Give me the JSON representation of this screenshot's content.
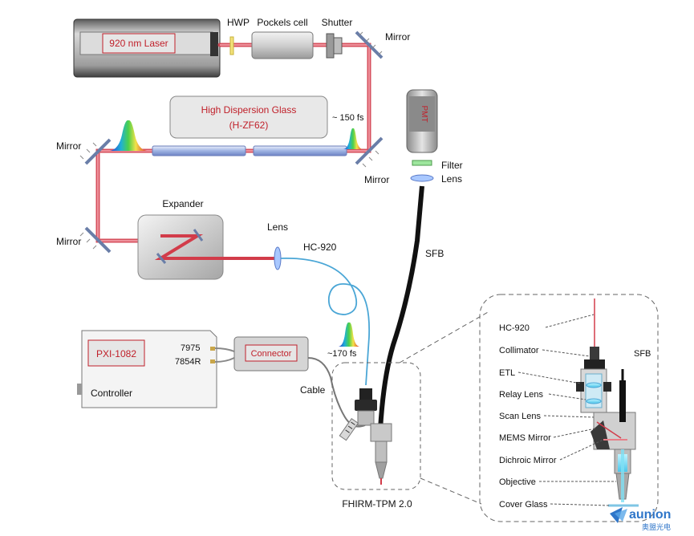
{
  "laser_label": "920 nm Laser",
  "hwp_label": "HWP",
  "pockels_label": "Pockels cell",
  "shutter_label": "Shutter",
  "mirror_label": "Mirror",
  "glass_line1": "High Dispersion Glass",
  "glass_line2": "(H-ZF62)",
  "pulse_150": "~ 150 fs",
  "pmt_label": "PMT",
  "filter_label": "Filter",
  "lens_label": "Lens",
  "expander_label": "Expander",
  "hc920_label": "HC-920",
  "sfb_label": "SFB",
  "pulse_170": "~170 fs",
  "pxi_label": "PXI-1082",
  "port_7975": "7975",
  "port_7854r": "7854R",
  "controller_label": "Controller",
  "connector_label": "Connector",
  "cable_label": "Cable",
  "fhirm_label": "FHIRM-TPM 2.0",
  "inset": {
    "labels": [
      "HC-920",
      "Collimator",
      "ETL",
      "Relay Lens",
      "Scan Lens",
      "MEMS Mirror",
      "Dichroic Mirror",
      "Objective",
      "Cover Glass"
    ],
    "sfb": "SFB"
  },
  "logo_text": "aunion",
  "logo_sub": "奥盟光电",
  "colors": {
    "beam": "#d23c4a",
    "fiber": "#4aa6d6",
    "label_red": "#c0202a"
  }
}
